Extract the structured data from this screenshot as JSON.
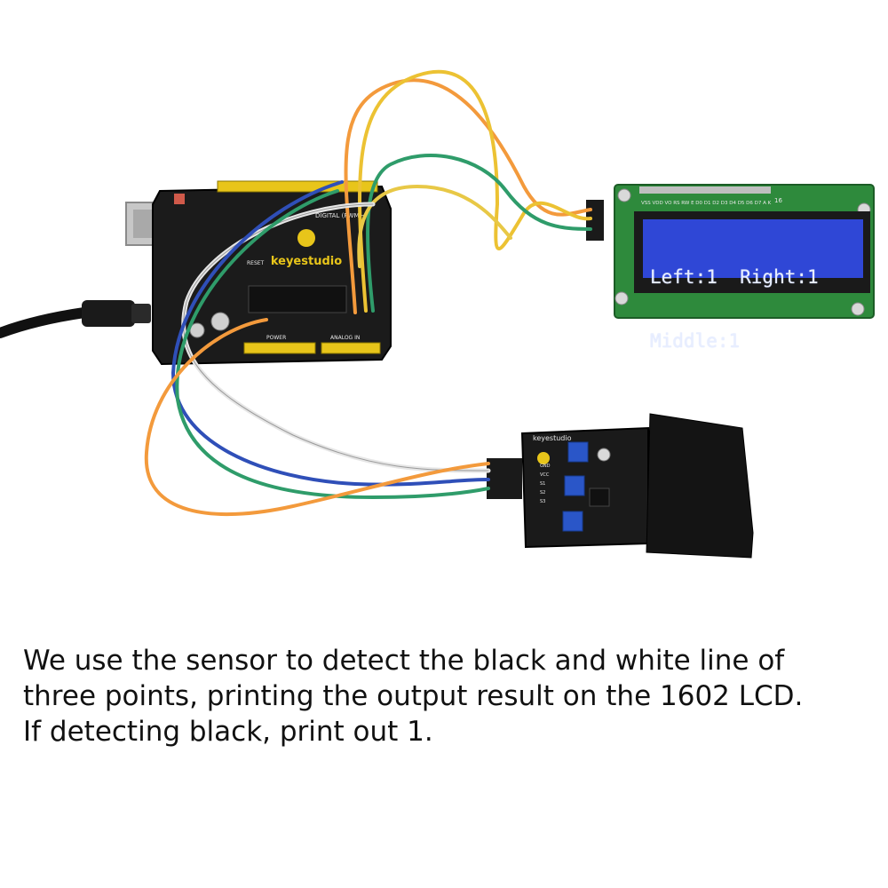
{
  "scene": {
    "board_brand": "keyestudio",
    "board_digital_label": "DIGITAL (PWM~)",
    "board_power_label": "POWER",
    "board_analog_label": "ANALOG IN",
    "board_reset_label": "RESET",
    "sensor_brand": "keyestudio",
    "sensor_pin_labels": [
      "GND",
      "VCC",
      "S1",
      "S2",
      "S3"
    ],
    "lcd_header_pins": "VSS VDD VO RS RW E D0 D1 D2 D3 D4 D5 D6 D7 A K",
    "lcd_pin_number": "16"
  },
  "lcd": {
    "line1": "Left:1  Right:1",
    "line2": "Middle:1"
  },
  "caption": {
    "line1": "We use the sensor to detect the black and white line of",
    "line2": "three points, printing the output result on the 1602 LCD.",
    "line3": "If detecting black, print out 1."
  }
}
